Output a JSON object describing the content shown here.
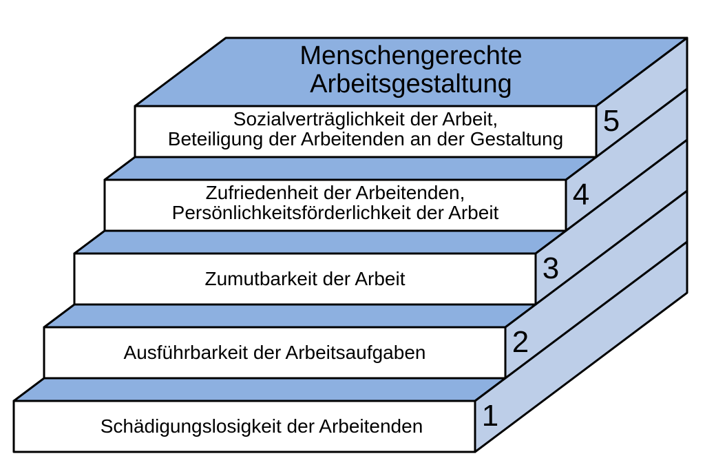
{
  "diagram": {
    "title_line1": "Menschengerechte",
    "title_line2": "Arbeitsgestaltung",
    "steps": [
      {
        "number": "1",
        "line1": "Schädigungslosigkeit der Arbeitenden",
        "line2": ""
      },
      {
        "number": "2",
        "line1": "Ausführbarkeit der Arbeitsaufgaben",
        "line2": ""
      },
      {
        "number": "3",
        "line1": "Zumutbarkeit der Arbeit",
        "line2": ""
      },
      {
        "number": "4",
        "line1": "Zufriedenheit der Arbeitenden,",
        "line2": "Persönlichkeitsförderlichkeit der Arbeit"
      },
      {
        "number": "5",
        "line1": "Sozialverträglichkeit der Arbeit,",
        "line2": "Beteiligung der Arbeitenden an der Gestaltung"
      }
    ],
    "colors": {
      "tread": "#8DB0E0",
      "side": "#BDCEE8",
      "front": "#FFFFFF"
    }
  }
}
